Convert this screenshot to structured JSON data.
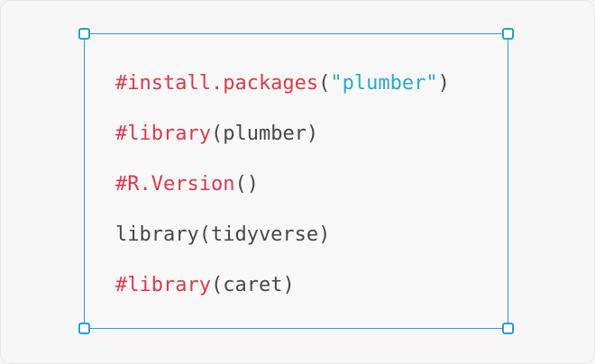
{
  "code_lines": [
    {
      "segments": [
        {
          "text": "#install.packages",
          "type": "func"
        },
        {
          "text": "(",
          "type": "plain"
        },
        {
          "text": "\"plumber\"",
          "type": "str"
        },
        {
          "text": ")",
          "type": "plain"
        }
      ]
    },
    {
      "segments": [
        {
          "text": "#library",
          "type": "func"
        },
        {
          "text": "(plumber)",
          "type": "plain"
        }
      ]
    },
    {
      "segments": [
        {
          "text": "#R.Version",
          "type": "func"
        },
        {
          "text": "()",
          "type": "plain"
        }
      ]
    },
    {
      "segments": [
        {
          "text": "library(tidyverse)",
          "type": "plain"
        }
      ]
    },
    {
      "segments": [
        {
          "text": "#library",
          "type": "func"
        },
        {
          "text": "(caret)",
          "type": "plain"
        }
      ]
    }
  ],
  "colors": {
    "selection": "#2d9bd8",
    "func": "#d93a4a",
    "string": "#2aa6d9",
    "plain": "#474747"
  }
}
